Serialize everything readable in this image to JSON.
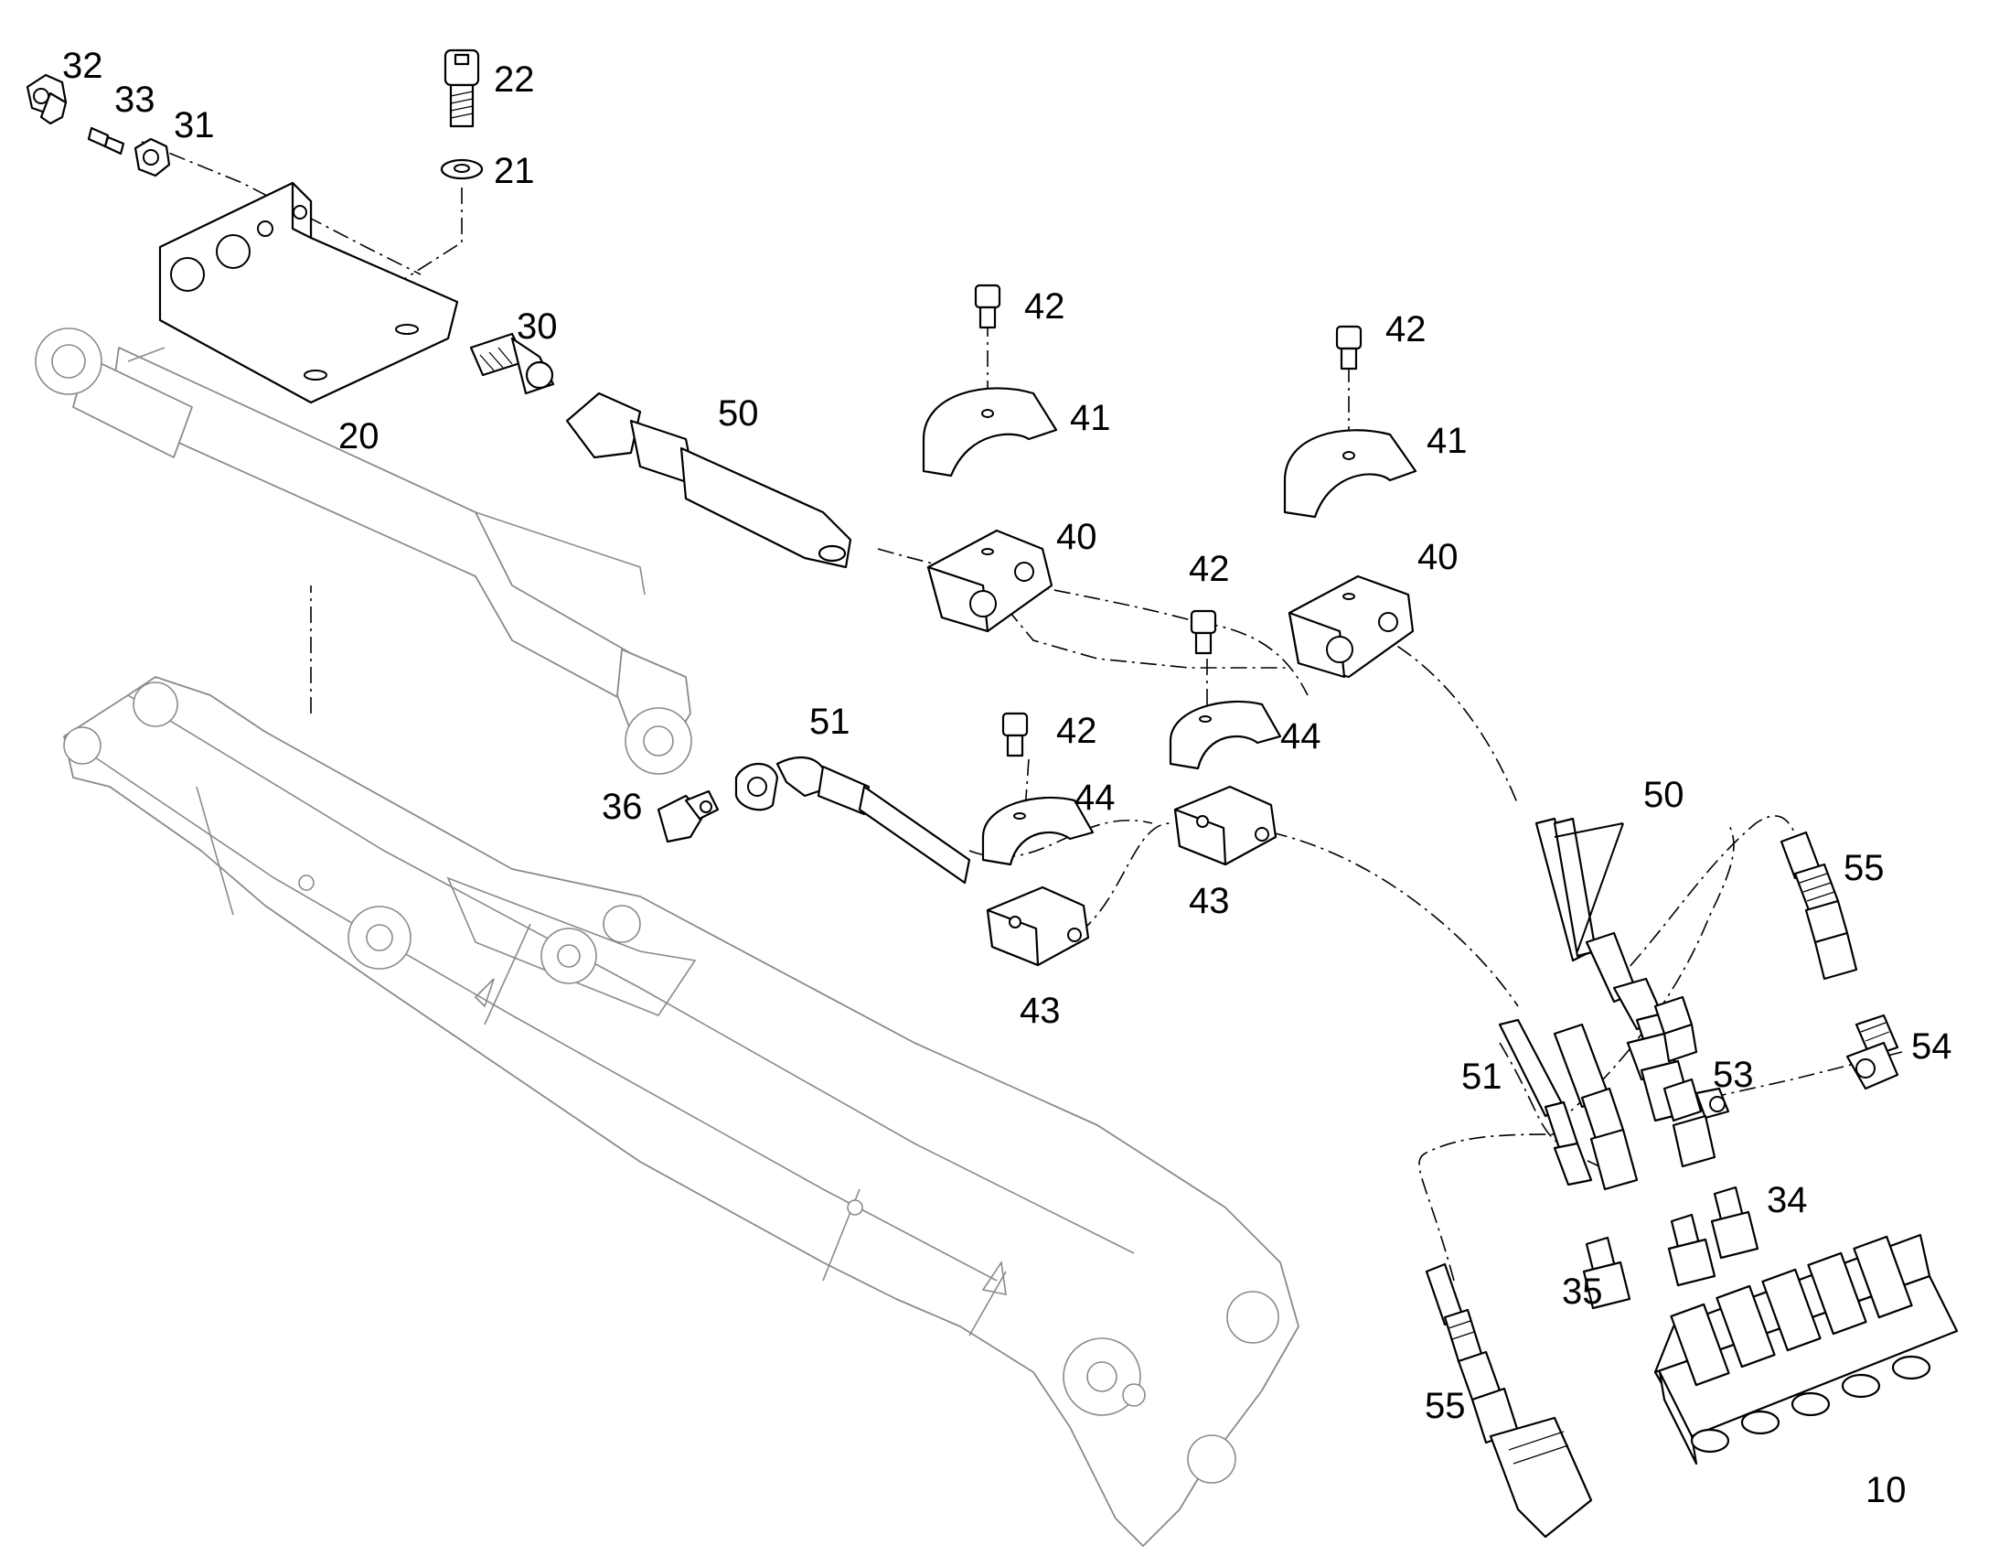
{
  "colors": {
    "line": "#000000",
    "ghost": "#8a8a8a",
    "background": "#ffffff"
  },
  "callouts": {
    "c32": "32",
    "c33": "33",
    "c31": "31",
    "c22": "22",
    "c21": "21",
    "c30": "30",
    "c20": "20",
    "c50_hose": "50",
    "c42_a": "42",
    "c41_a": "41",
    "c40_a": "40",
    "c42_b": "42",
    "c41_b": "41",
    "c40_b": "40",
    "c42_c": "42",
    "c44_a": "44",
    "c51_hose": "51",
    "c36": "36",
    "c42_d": "42",
    "c44_b": "44",
    "c43_a": "43",
    "c43_b": "43",
    "c50_end": "50",
    "c55_a": "55",
    "c54": "54",
    "c53": "53",
    "c51_end": "51",
    "c34": "34",
    "c35": "35",
    "c55_b": "55",
    "c10": "10"
  }
}
